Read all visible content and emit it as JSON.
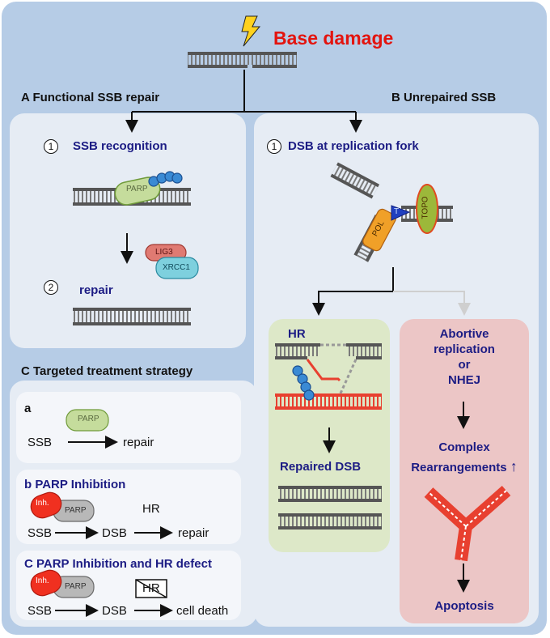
{
  "header": {
    "title": "Base damage"
  },
  "section_a": {
    "title": "A  Functional SSB repair",
    "step1_num": "1",
    "step1_label": "SSB recognition",
    "step2_num": "2",
    "step2_label": "repair",
    "parp": "PARP",
    "lig3": "LIG3",
    "xrcc1": "XRCC1"
  },
  "section_b": {
    "title": "B  Unrepaired SSB",
    "step1_num": "1",
    "step1_label": "DSB at replication fork",
    "pol": "POL",
    "topo": "TOPO",
    "t_mark": "T",
    "hr_box": {
      "title": "HR",
      "result": "Repaired DSB"
    },
    "alt_box": {
      "line1": "Abortive",
      "line2": "replication",
      "line3": "or",
      "line4": "NHEJ",
      "line5": "Complex",
      "line6": "Rearrangements",
      "arrow_up": "↑",
      "result": "Apoptosis"
    }
  },
  "section_c": {
    "title": "C  Targeted treatment strategy",
    "a": {
      "letter": "a",
      "parp": "PARP",
      "ssb": "SSB",
      "repair": "repair"
    },
    "b": {
      "header": "b  PARP Inhibition",
      "inh": "Inh.",
      "parp": "PARP",
      "hr": "HR",
      "ssb": "SSB",
      "dsb": "DSB",
      "repair": "repair"
    },
    "c": {
      "header": "C  PARP Inhibition and HR defect",
      "inh": "Inh.",
      "parp": "PARP",
      "hr": "HR",
      "ssb": "SSB",
      "dsb": "DSB",
      "death": "cell death"
    }
  },
  "colors": {
    "title_red": "#e3140f",
    "step_blue": "#1c1c84",
    "outer_bg": "#b6cce6",
    "hr_green": "#dde8c8",
    "alt_pink": "#ecc6c6",
    "parp_green": "#c5dc9c",
    "inh_red": "#f03020",
    "bead_blue": "#3a8ad4"
  }
}
